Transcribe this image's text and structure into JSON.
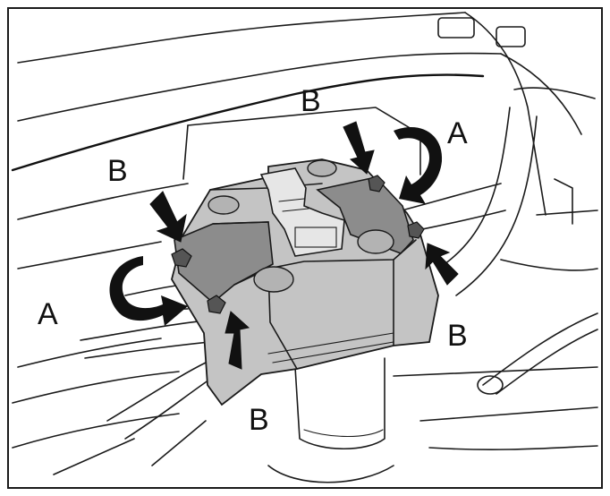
{
  "figure": {
    "callouts": {
      "a_left": "A",
      "a_right": "A",
      "b_top": "B",
      "b_left": "B",
      "b_right": "B",
      "b_bottom": "B"
    },
    "colors": {
      "body": "#c4c4c4",
      "dark_panel": "#8c8c8c",
      "arrow": "#111111",
      "outline": "#1a1a1a",
      "background": "#ffffff"
    },
    "icons": {
      "push_arrow": "black-push-arrow-icon",
      "rotate_arrow": "curved-rotate-arrow-icon"
    }
  }
}
